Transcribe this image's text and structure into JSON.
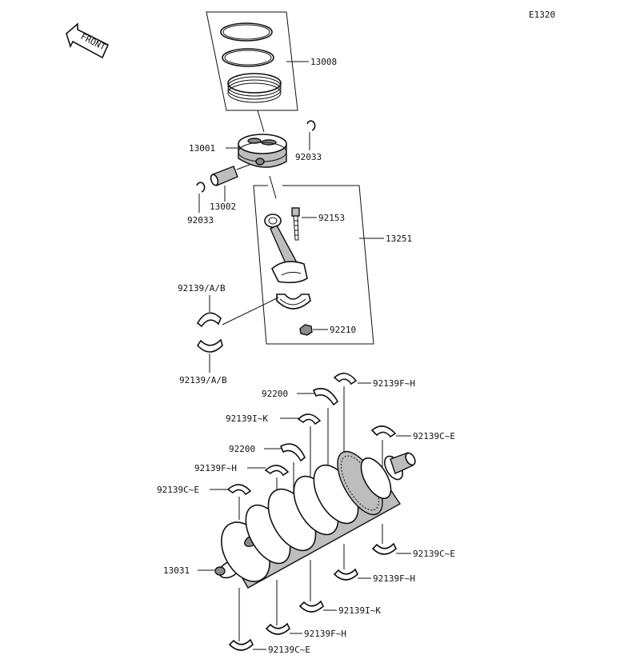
{
  "diagram": {
    "code": "E1320",
    "front_label": "FRONT",
    "labels": {
      "piston_rings": "13008",
      "piston": "13001",
      "piston_pin": "13002",
      "snap_ring_right": "92033",
      "snap_ring_left": "92033",
      "conrod_bolt": "92153",
      "conrod_assy": "13251",
      "conrod_bearing_top": "92139/A/B",
      "conrod_bearing_bottom": "92139/A/B",
      "conrod_nut": "92210",
      "thrust_top": "92200",
      "bearing_fh_top": "92139F~H",
      "bearing_ik_top": "92139I~K",
      "bearing_ce_right": "92139C~E",
      "thrust_mid": "92200",
      "bearing_fh_mid": "92139F~H",
      "bearing_ce_left": "92139C~E",
      "crankshaft": "13031",
      "bearing_ce_lower_right": "92139C~E",
      "bearing_fh_lower": "92139F~H",
      "bearing_ik_lower": "92139I~K",
      "bearing_fh_bottom": "92139F~H",
      "bearing_ce_bottom": "92139C~E"
    }
  }
}
